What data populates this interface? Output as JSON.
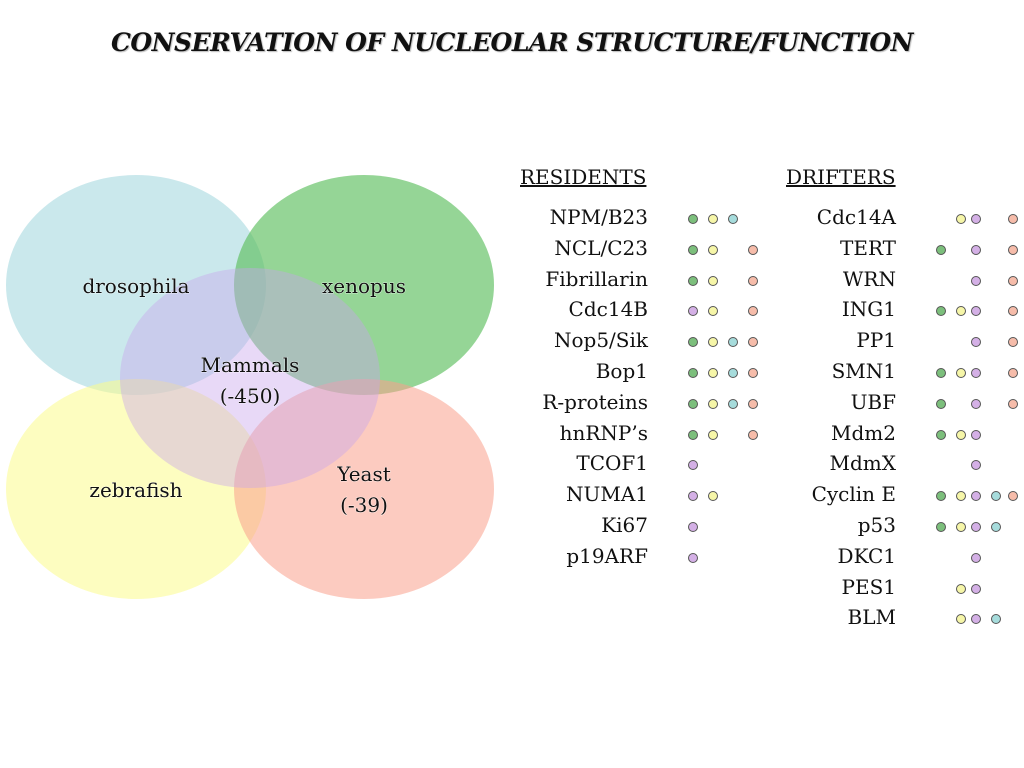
{
  "title": "CONSERVATION OF  NUCLEOLAR  STRUCTURE/FUNCTION",
  "venn": {
    "sets": [
      {
        "key": "drosophila",
        "label": "drosophila",
        "sub": "",
        "color": "#9fd6dc"
      },
      {
        "key": "xenopus",
        "label": "xenopus",
        "sub": "",
        "color": "#5cbf5e"
      },
      {
        "key": "zebrafish",
        "label": "zebrafish",
        "sub": "",
        "color": "#fbfb8c"
      },
      {
        "key": "yeast",
        "label": "Yeast",
        "sub": "(-39)",
        "color": "#f9a08c"
      },
      {
        "key": "mammals",
        "label": "Mammals",
        "sub": "(-450)",
        "color": "#c8a4ec"
      }
    ]
  },
  "dot_colors": {
    "mammals": "#d4b0e6",
    "xenopus": "#7cbf7c",
    "zebrafish": "#f6f6a8",
    "drosophila": "#a6dcdc",
    "yeast": "#f6bcaa"
  },
  "residents": {
    "heading": "RESIDENTS",
    "items": [
      {
        "name": "NPM/B23",
        "dots": [
          "xenopus",
          "zebrafish",
          "drosophila"
        ]
      },
      {
        "name": "NCL/C23",
        "dots": [
          "xenopus",
          "zebrafish",
          "yeast"
        ]
      },
      {
        "name": "Fibrillarin",
        "dots": [
          "xenopus",
          "zebrafish",
          "yeast"
        ]
      },
      {
        "name": "Cdc14B",
        "dots": [
          "mammals",
          "zebrafish",
          "yeast"
        ]
      },
      {
        "name": "Nop5/Sik",
        "dots": [
          "xenopus",
          "zebrafish",
          "drosophila",
          "yeast"
        ]
      },
      {
        "name": "Bop1",
        "dots": [
          "xenopus",
          "zebrafish",
          "drosophila",
          "yeast"
        ]
      },
      {
        "name": "R-proteins",
        "dots": [
          "xenopus",
          "zebrafish",
          "drosophila",
          "yeast"
        ]
      },
      {
        "name": "hnRNP’s",
        "dots": [
          "xenopus",
          "zebrafish",
          "yeast"
        ]
      },
      {
        "name": "TCOF1",
        "dots": [
          "mammals"
        ]
      },
      {
        "name": "NUMA1",
        "dots": [
          "mammals",
          "zebrafish"
        ]
      },
      {
        "name": "Ki67",
        "dots": [
          "mammals"
        ]
      },
      {
        "name": "p19ARF",
        "dots": [
          "mammals"
        ]
      }
    ]
  },
  "drifters": {
    "heading": "DRIFTERS",
    "items": [
      {
        "name": "Cdc14A",
        "dots": [
          "zebrafish",
          "mammals",
          "yeast"
        ]
      },
      {
        "name": "TERT",
        "dots": [
          "xenopus",
          "mammals",
          "yeast"
        ]
      },
      {
        "name": "WRN",
        "dots": [
          "mammals",
          "yeast"
        ]
      },
      {
        "name": "ING1",
        "dots": [
          "xenopus",
          "zebrafish",
          "mammals",
          "yeast"
        ]
      },
      {
        "name": "PP1",
        "dots": [
          "mammals",
          "yeast"
        ]
      },
      {
        "name": "SMN1",
        "dots": [
          "xenopus",
          "zebrafish",
          "mammals",
          "yeast"
        ]
      },
      {
        "name": "UBF",
        "dots": [
          "xenopus",
          "mammals",
          "yeast"
        ]
      },
      {
        "name": "Mdm2",
        "dots": [
          "xenopus",
          "zebrafish",
          "mammals"
        ]
      },
      {
        "name": "MdmX",
        "dots": [
          "mammals"
        ]
      },
      {
        "name": "Cyclin E",
        "dots": [
          "xenopus",
          "zebrafish",
          "mammals",
          "drosophila",
          "yeast"
        ]
      },
      {
        "name": "p53",
        "dots": [
          "xenopus",
          "zebrafish",
          "mammals",
          "drosophila"
        ]
      },
      {
        "name": "DKC1",
        "dots": [
          "mammals"
        ]
      },
      {
        "name": "PES1",
        "dots": [
          "zebrafish",
          "mammals"
        ]
      },
      {
        "name": "BLM",
        "dots": [
          "zebrafish",
          "mammals",
          "drosophila"
        ]
      }
    ]
  }
}
